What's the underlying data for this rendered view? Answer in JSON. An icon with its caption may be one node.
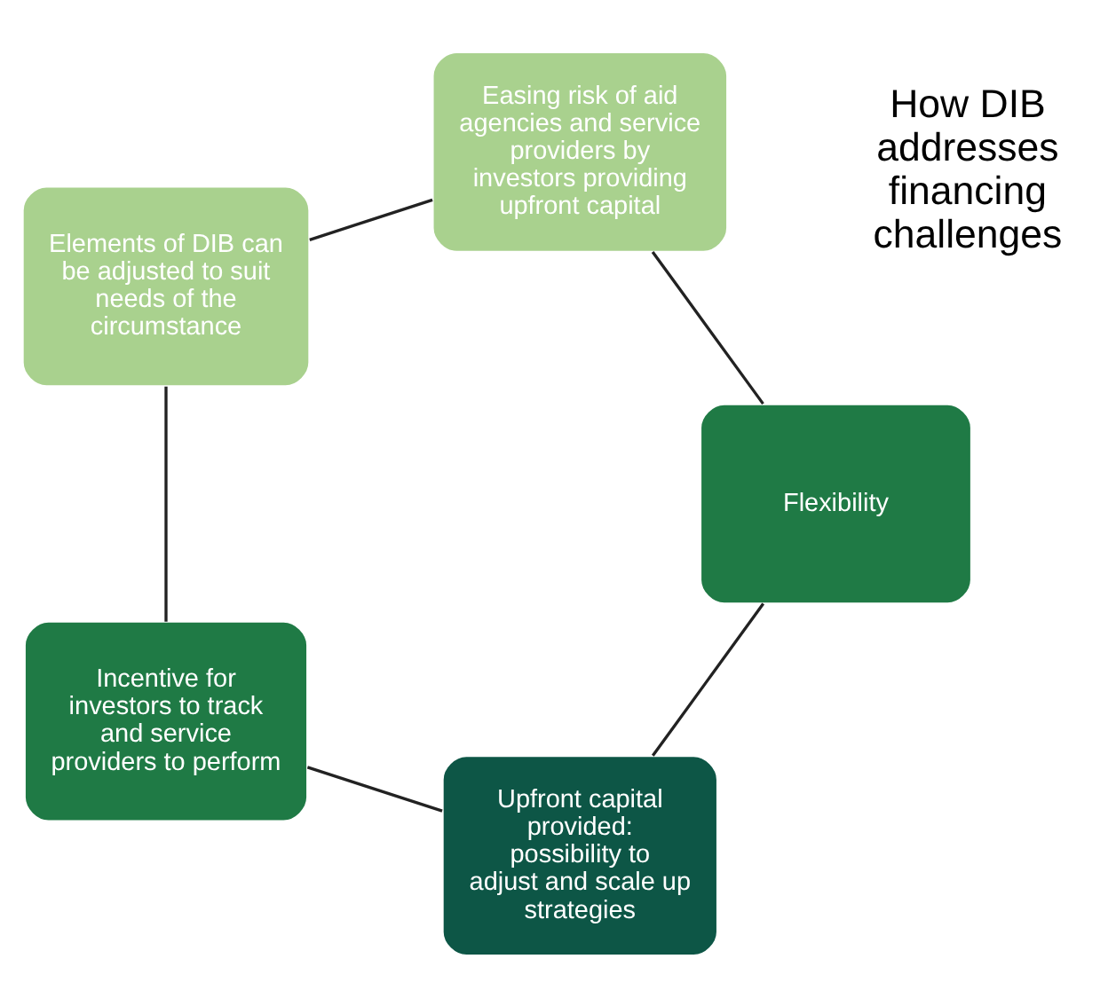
{
  "diagram": {
    "nodes": [
      {
        "text": [
          "Upfront capital provided: possibility to adjust and scale up strategies"
        ]
      },
      {
        "text": [
          "Flexibility"
        ]
      },
      {
        "text": [
          "Incentive for investors to track and service providers to perform"
        ]
      },
      {
        "text": [
          "Easing risk of aid agencies and service providers by investors providing upfront capital"
        ]
      },
      {
        "text": [
          "Elements of DIB can be adjusted to suit needs of the circumstance"
        ]
      }
    ],
    "edges": [
      {
        "from": 0,
        "to": 2,
        "arrow": "none"
      },
      {
        "from": 2,
        "to": 4,
        "arrow": "none"
      },
      {
        "from": 4,
        "to": 3,
        "arrow": "none"
      },
      {
        "from": 3,
        "to": 1,
        "arrow": "none"
      },
      {
        "from": 1,
        "to": 0,
        "arrow": "none"
      }
    ],
    "labels": [
      "How DIB addresses financing challenges"
    ]
  }
}
